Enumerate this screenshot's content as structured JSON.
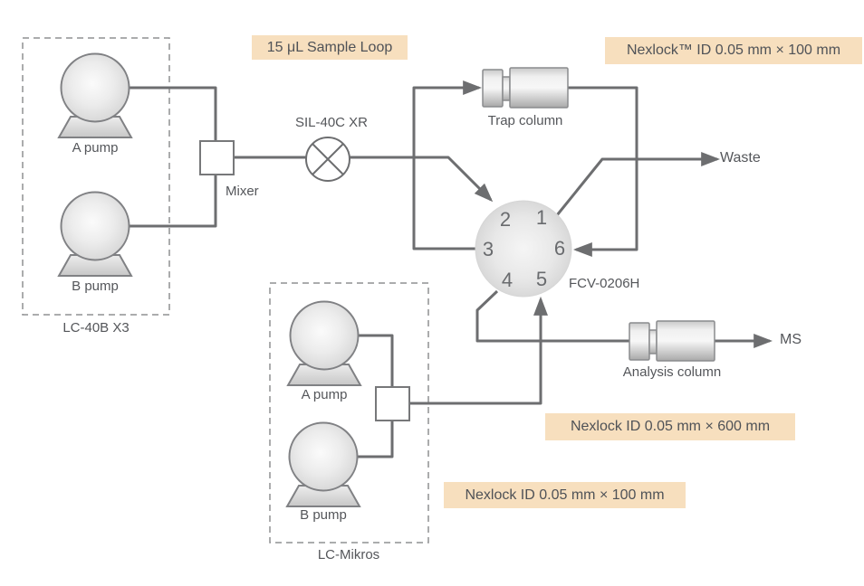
{
  "colors": {
    "label_bg": "#f7dfbe",
    "line": "#6d6e70",
    "text": "#54565a"
  },
  "tags": {
    "sample_loop": "15 μL Sample Loop",
    "trap_tubing": "Nexlock™ ID 0.05 mm × 100 mm",
    "analysis_tubing": "Nexlock ID 0.05 mm × 600 mm",
    "pump_tubing": "Nexlock ID 0.05 mm × 100 mm"
  },
  "lc40b": {
    "label": "LC-40B X3",
    "pump_a": "A pump",
    "pump_b": "B pump",
    "mixer": "Mixer"
  },
  "lc_mikros": {
    "label": "LC-Mikros",
    "pump_a": "A pump",
    "pump_b": "B pump"
  },
  "autosampler": {
    "label": "SIL-40C XR"
  },
  "valve": {
    "label": "FCV-0206H",
    "ports": [
      "1",
      "2",
      "3",
      "4",
      "5",
      "6"
    ]
  },
  "columns": {
    "trap": "Trap column",
    "analysis": "Analysis column"
  },
  "destinations": {
    "waste": "Waste",
    "ms": "MS"
  }
}
